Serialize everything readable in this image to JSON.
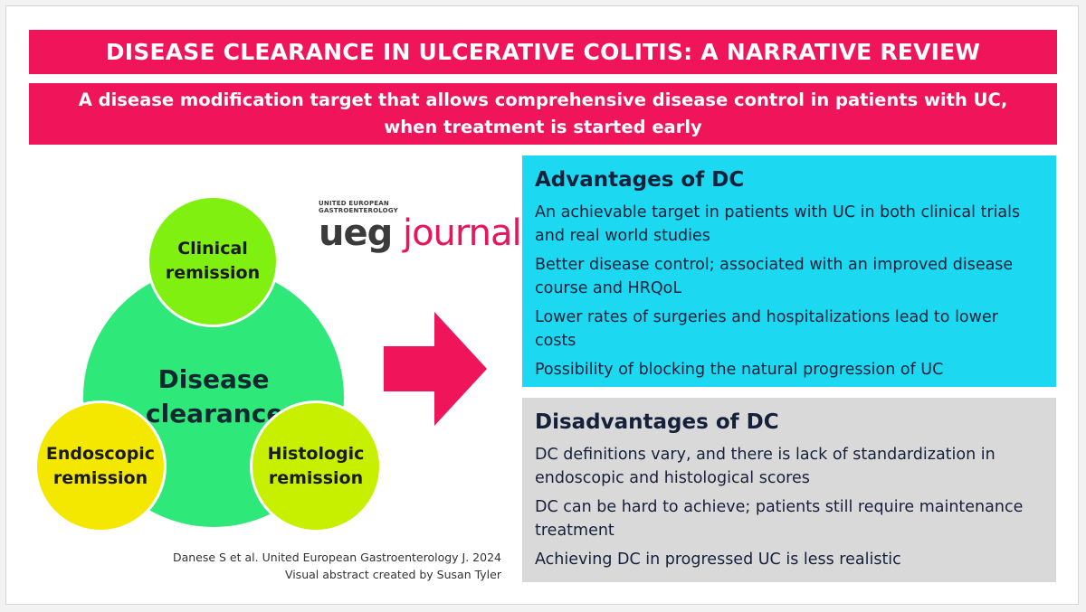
{
  "title": "DISEASE CLEARANCE IN ULCERATIVE COLITIS: A NARRATIVE REVIEW",
  "subtitle": "A disease modification target that allows comprehensive disease control in patients with UC, when treatment is started early",
  "diagram": {
    "center": "Disease clearance",
    "clinical": "Clinical remission",
    "endoscopic": "Endoscopic remission",
    "histologic": "Histologic remission"
  },
  "logo": {
    "small_line1": "UNITED EUROPEAN",
    "small_line2": "GASTROENTEROLOGY",
    "ueg": "ueg",
    "journal": "journal"
  },
  "advantages": {
    "heading": "Advantages of DC",
    "items": [
      "An achievable target in patients with UC in both clinical trials and real world studies",
      "Better disease control; associated with an improved disease course and HRQoL",
      "Lower rates of surgeries and hospitalizations lead to lower costs",
      "Possibility of blocking the natural progression of UC"
    ]
  },
  "disadvantages": {
    "heading": "Disadvantages of DC",
    "items": [
      "DC definitions vary, and there is lack of standardization in endoscopic and histological scores",
      "DC can be hard to achieve; patients still require maintenance treatment",
      "Achieving DC in progressed UC is less realistic"
    ]
  },
  "citation": {
    "line1": "Danese S et al. United European Gastroenterology J. 2024",
    "line2": "Visual abstract created by Susan Tyler"
  },
  "colors": {
    "banner": "#f0145a",
    "advantages_bg": "#1cd8f0",
    "disadvantages_bg": "#d9d9d9",
    "center_circle": "#2ee87a",
    "clinical_circle": "#7ff010",
    "endoscopic_circle": "#f5e800",
    "histologic_circle": "#c6f000",
    "arrow": "#f0145a"
  }
}
